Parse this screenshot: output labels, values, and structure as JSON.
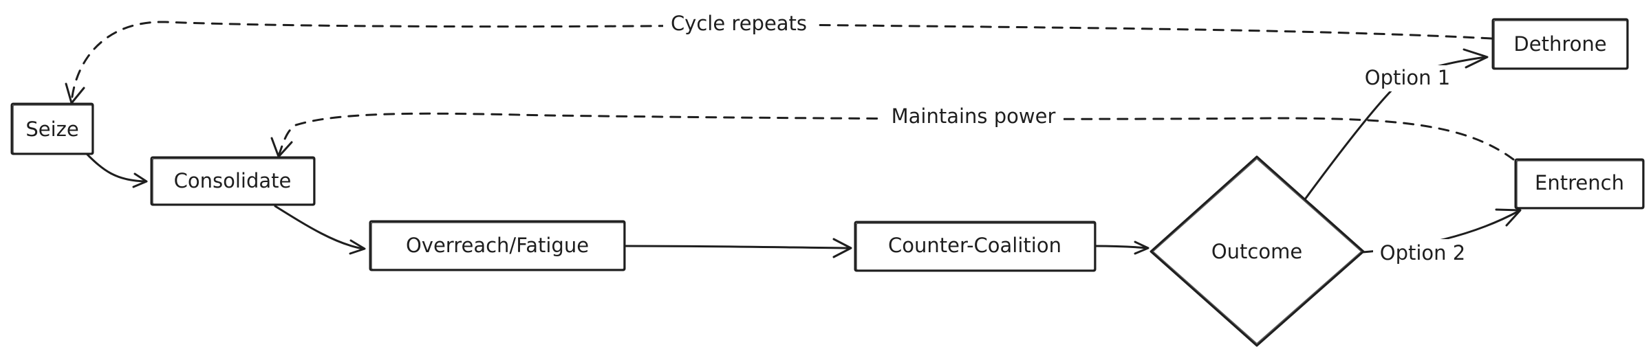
{
  "colors": {
    "stroke": "#1e1e1e",
    "background": "#ffffff"
  },
  "nodes": {
    "seize": "Seize",
    "consolidate": "Consolidate",
    "overreach": "Overreach/Fatigue",
    "counter_coalition": "Counter-Coalition",
    "outcome": "Outcome",
    "dethrone": "Dethrone",
    "entrench": "Entrench"
  },
  "edges": {
    "cycle_repeats": "Cycle repeats",
    "maintains_power": "Maintains power",
    "option_1": "Option 1",
    "option_2": "Option 2"
  }
}
